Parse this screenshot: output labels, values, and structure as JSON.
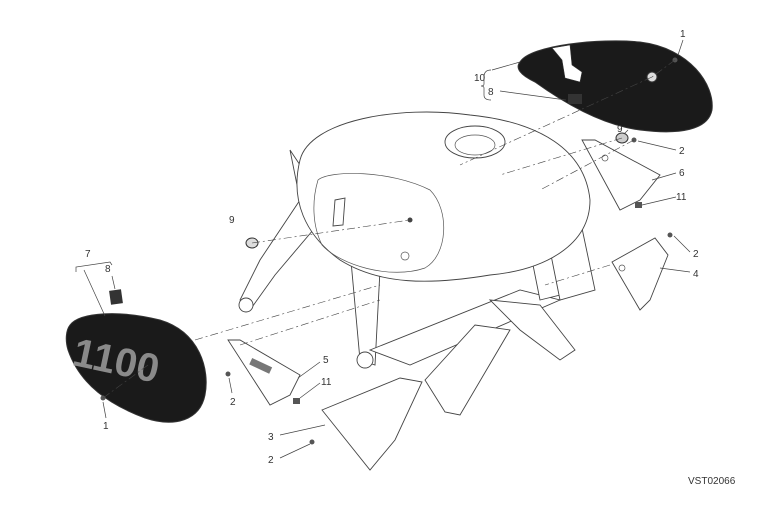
{
  "diagram": {
    "drawing_code": "VST02066",
    "callouts": [
      {
        "id": "c1a",
        "text": "1"
      },
      {
        "id": "c10",
        "text": "10"
      },
      {
        "id": "c8a",
        "text": "8"
      },
      {
        "id": "c9a",
        "text": "9"
      },
      {
        "id": "c2a",
        "text": "2"
      },
      {
        "id": "c6",
        "text": "6"
      },
      {
        "id": "c11a",
        "text": "11"
      },
      {
        "id": "c9b",
        "text": "9"
      },
      {
        "id": "c2b",
        "text": "2"
      },
      {
        "id": "c4",
        "text": "4"
      },
      {
        "id": "c7",
        "text": "7"
      },
      {
        "id": "c8b",
        "text": "8"
      },
      {
        "id": "c5",
        "text": "5"
      },
      {
        "id": "c11b",
        "text": "11"
      },
      {
        "id": "c2c",
        "text": "2"
      },
      {
        "id": "c1b",
        "text": "1"
      },
      {
        "id": "c3",
        "text": "3"
      },
      {
        "id": "c2d",
        "text": "2"
      }
    ],
    "panel_graphic_text": "1100",
    "colors": {
      "panel": "#1a1a1a",
      "graphic": "#8a8a8a",
      "line": "#444444"
    }
  }
}
